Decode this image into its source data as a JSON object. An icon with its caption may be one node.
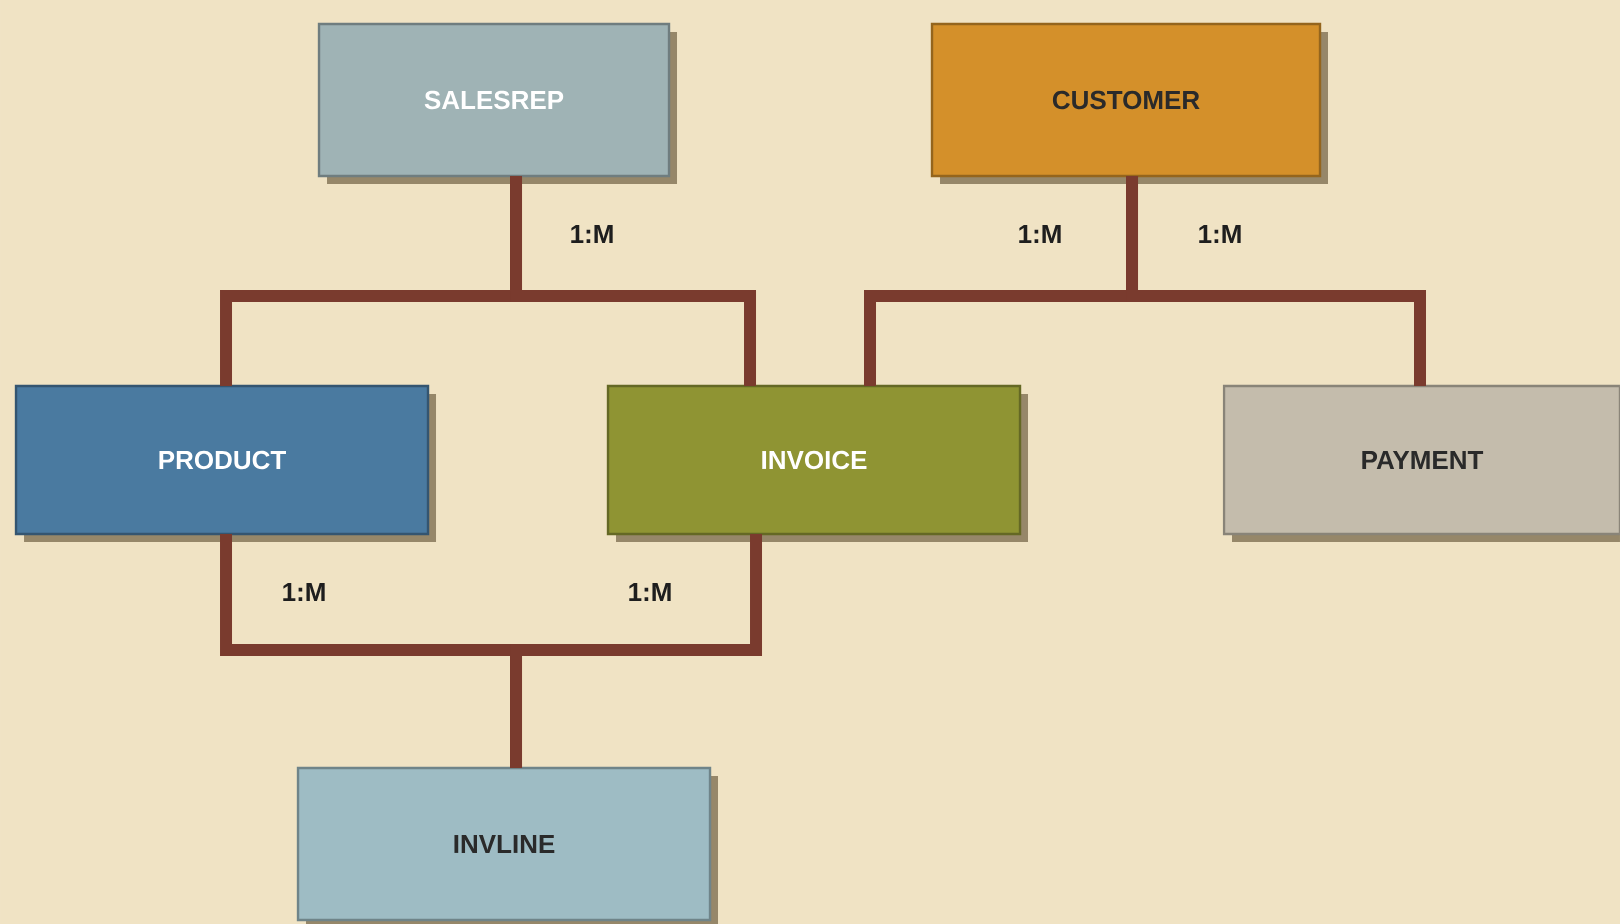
{
  "diagram": {
    "nodes": [
      {
        "text": [
          "SALESREP"
        ]
      },
      {
        "text": [
          "CUSTOMER"
        ]
      },
      {
        "text": [
          "PRODUCT"
        ]
      },
      {
        "text": [
          "INVOICE"
        ]
      },
      {
        "text": [
          "PAYMENT"
        ]
      },
      {
        "text": [
          "INVLINE"
        ]
      }
    ],
    "edges": [
      {
        "from": 0,
        "to": 2,
        "arrow": "none",
        "label": "1:M"
      },
      {
        "from": 0,
        "to": 3,
        "arrow": "none"
      },
      {
        "from": 1,
        "to": 3,
        "arrow": "none",
        "label": "1:M"
      },
      {
        "from": 1,
        "to": 4,
        "arrow": "none",
        "label": "1:M"
      },
      {
        "from": 2,
        "to": 5,
        "arrow": "none",
        "label": "1:M"
      },
      {
        "from": 3,
        "to": 5,
        "arrow": "none",
        "label": "1:M"
      }
    ]
  }
}
